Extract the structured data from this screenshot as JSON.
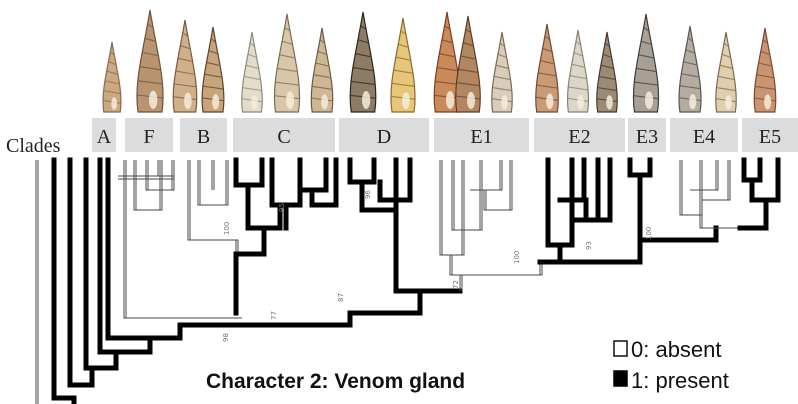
{
  "figure": {
    "clades_label": "Clades",
    "clades": [
      {
        "name": "A"
      },
      {
        "name": "F"
      },
      {
        "name": "B"
      },
      {
        "name": "C"
      },
      {
        "name": "D"
      },
      {
        "name": "E1"
      },
      {
        "name": "E2"
      },
      {
        "name": "E3"
      },
      {
        "name": "E4"
      },
      {
        "name": "E5"
      }
    ],
    "title": "Character 2: Venom gland",
    "legend": [
      {
        "state": "absent",
        "label": "0: absent",
        "color": "#ffffff"
      },
      {
        "state": "present",
        "label": "1: present",
        "color": "#000000"
      }
    ],
    "colors": {
      "absent_branch": "#ffffff",
      "present_branch": "#000000",
      "clade_band": "#dcdcdc"
    },
    "support_values": [
      "100",
      "98",
      "95",
      "96",
      "100",
      "93",
      "100",
      "72",
      "87",
      "77"
    ],
    "shells": [
      {
        "description": "shell",
        "clade": "A"
      },
      {
        "description": "shell",
        "clade": "F"
      },
      {
        "description": "shell",
        "clade": "B"
      },
      {
        "description": "shell",
        "clade": "C"
      },
      {
        "description": "shell",
        "clade": "D"
      },
      {
        "description": "shell",
        "clade": "E1"
      },
      {
        "description": "shell",
        "clade": "E2"
      },
      {
        "description": "shell",
        "clade": "E3"
      },
      {
        "description": "shell",
        "clade": "E4"
      },
      {
        "description": "shell",
        "clade": "E5"
      }
    ]
  }
}
